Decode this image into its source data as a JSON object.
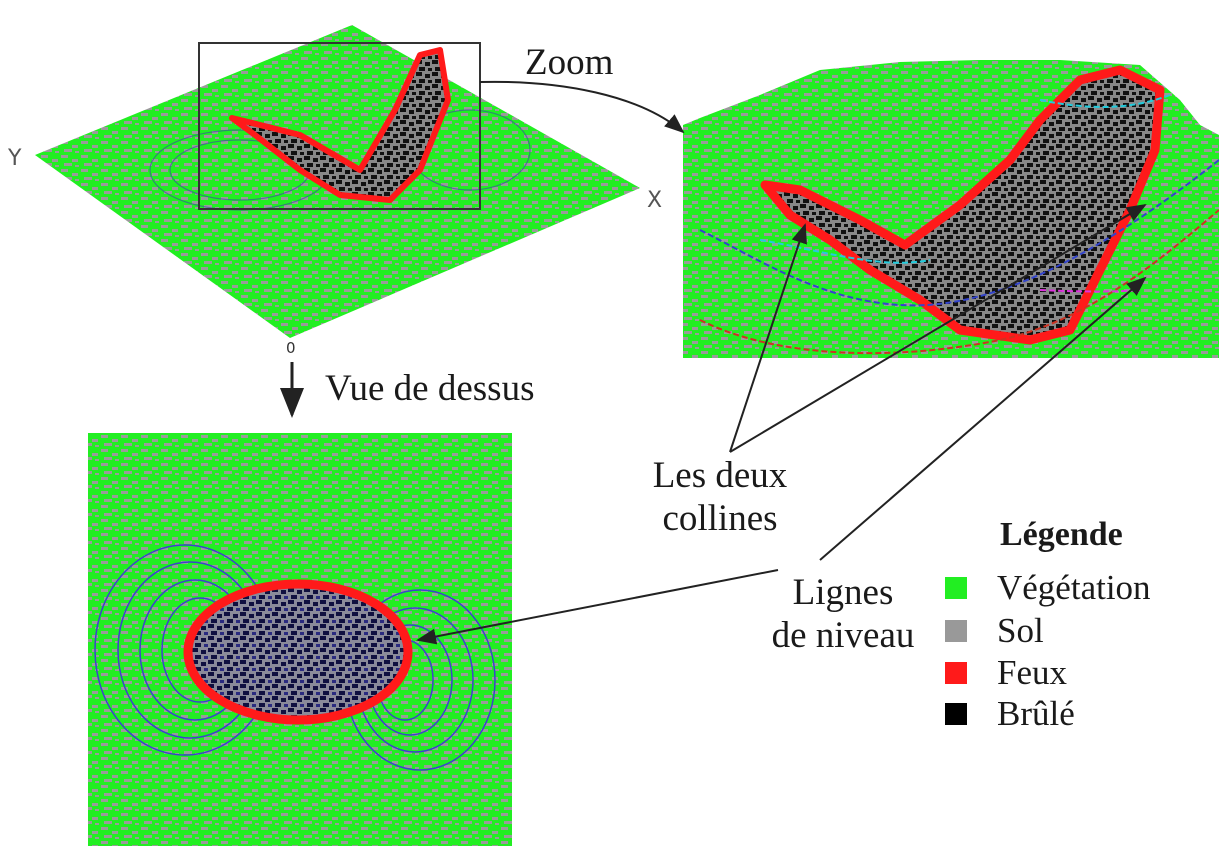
{
  "axes": {
    "y": "Y",
    "x": "X",
    "origin": "0"
  },
  "labels": {
    "zoom": "Zoom",
    "top_view": "Vue de dessus",
    "two_hills_line1": "Les deux",
    "two_hills_line2": "collines",
    "contour_line1": "Lignes",
    "contour_line2": "de niveau"
  },
  "legend": {
    "title": "Légende",
    "items": [
      {
        "label": "Végétation",
        "color": "#22ee22"
      },
      {
        "label": "Sol",
        "color": "#999999"
      },
      {
        "label": "Feux",
        "color": "#ff1a1a"
      },
      {
        "label": "Brûlé",
        "color": "#000000"
      }
    ]
  },
  "colors": {
    "vegetation": "#22ee22",
    "soil": "#999999",
    "fire": "#ff1a1a",
    "burnt": "#111111",
    "contour_blue": "#3344cc",
    "contour_cyan": "#22ccdd",
    "contour_magenta": "#dd33dd"
  }
}
